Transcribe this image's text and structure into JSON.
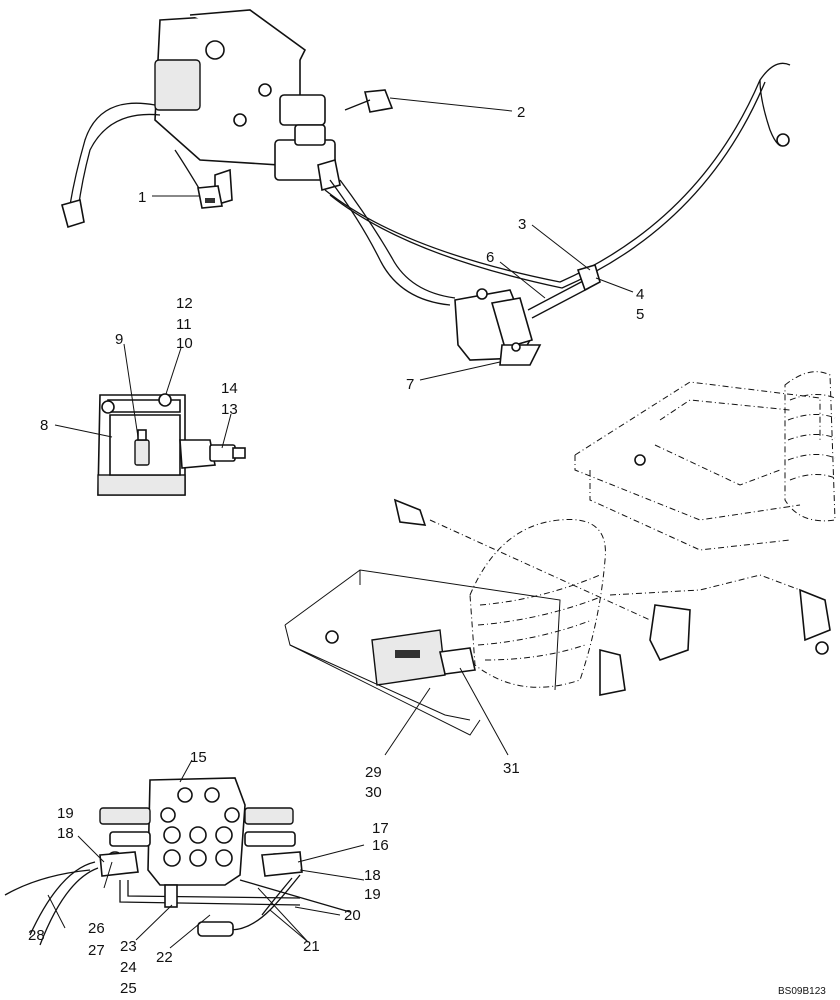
{
  "figure": {
    "reference": "BS09B123",
    "callouts": [
      "1",
      "2",
      "3",
      "4",
      "5",
      "6",
      "7",
      "8",
      "9",
      "10",
      "11",
      "12",
      "13",
      "14",
      "15",
      "16",
      "17",
      "18",
      "19",
      "18",
      "19",
      "20",
      "21",
      "22",
      "23",
      "24",
      "25",
      "26",
      "27",
      "28",
      "29",
      "30",
      "31"
    ]
  }
}
